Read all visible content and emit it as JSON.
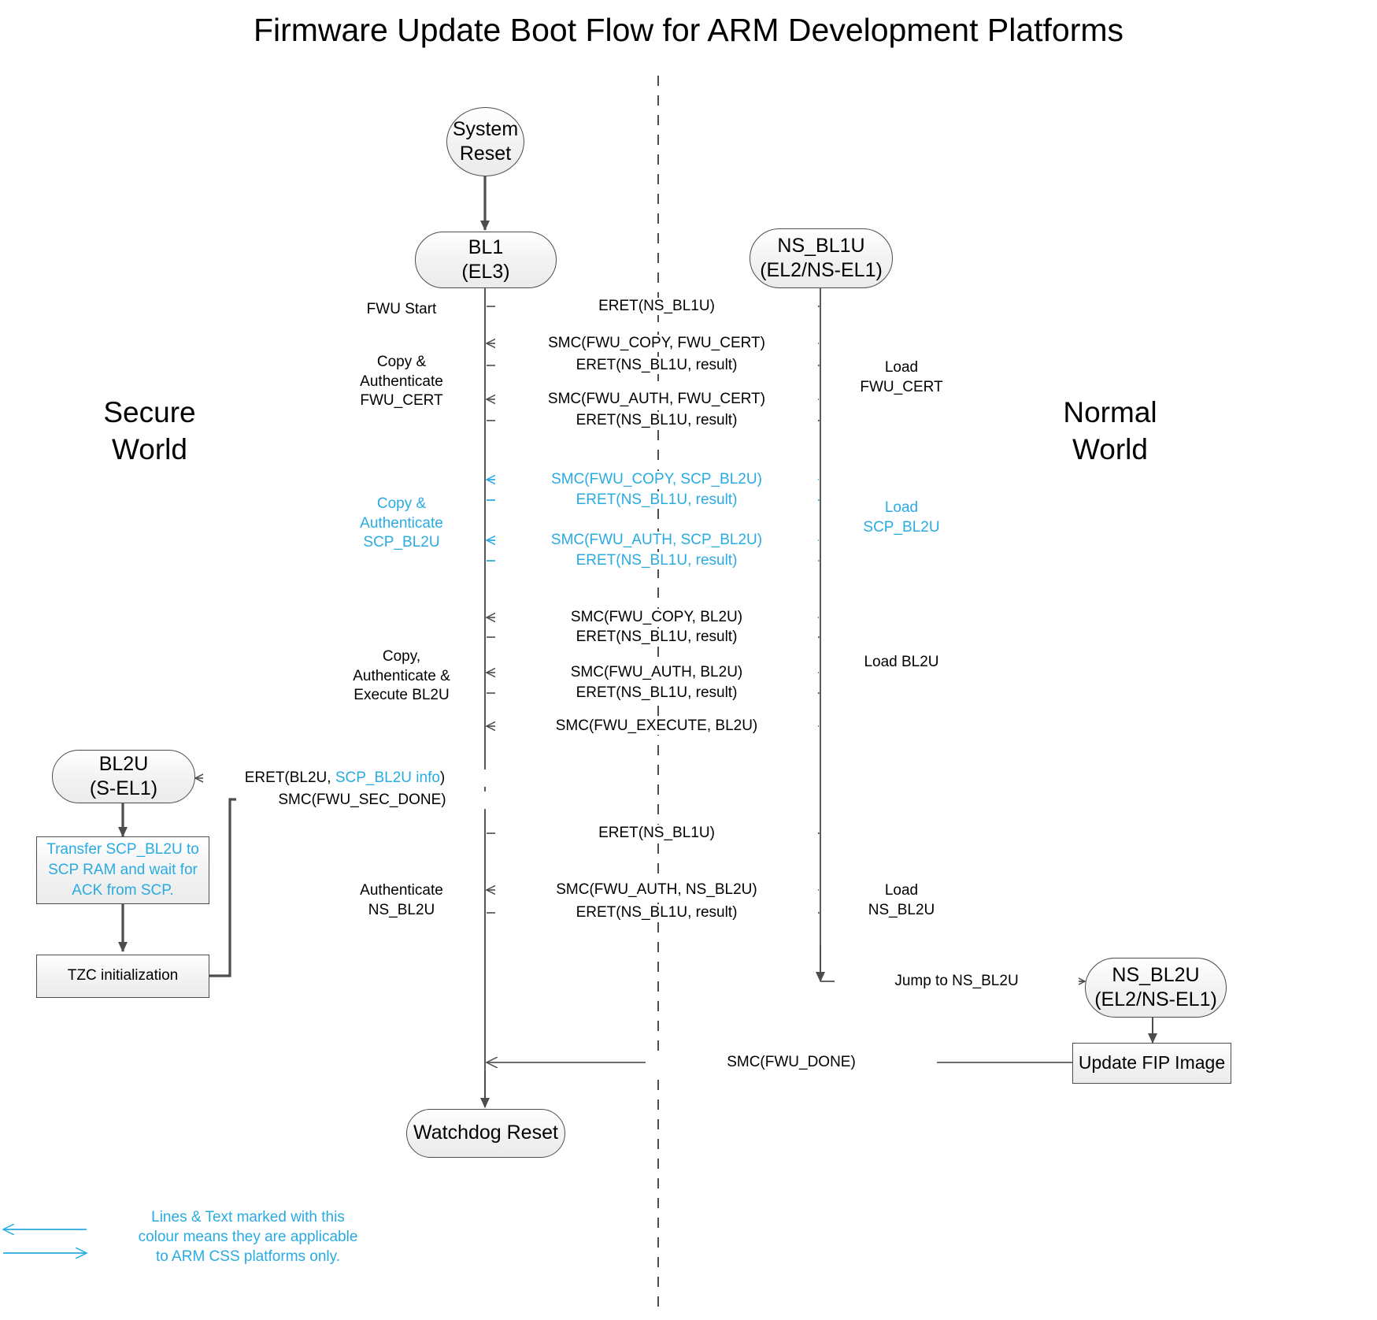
{
  "title": "Firmware Update Boot Flow for ARM Development Platforms",
  "colors": {
    "css_highlight": "#29abe2",
    "line": "#4d4d4d",
    "text": "#000000",
    "node_fill": "#f2f2f2"
  },
  "worlds": {
    "secure": "Secure\nWorld",
    "normal": "Normal\nWorld"
  },
  "nodes": {
    "system_reset": "System\nReset",
    "bl1": "BL1\n(EL3)",
    "ns_bl1u": "NS_BL1U\n(EL2/NS-EL1)",
    "bl2u": "BL2U\n(S-EL1)",
    "ns_bl2u": "NS_BL2U\n(EL2/NS-EL1)",
    "transfer_box": "Transfer SCP_BL2U to\nSCP RAM and wait for\nACK from SCP.",
    "tzc_box": "TZC initialization",
    "update_fip": "Update FIP Image",
    "watchdog": "Watchdog Reset"
  },
  "messages": [
    {
      "id": "m1",
      "text": "ERET(NS_BL1U)",
      "dir": "right",
      "css": false
    },
    {
      "id": "m2",
      "text": "SMC(FWU_COPY, FWU_CERT)",
      "dir": "left",
      "css": false
    },
    {
      "id": "m3",
      "text": "ERET(NS_BL1U, result)",
      "dir": "right",
      "css": false
    },
    {
      "id": "m4",
      "text": "SMC(FWU_AUTH, FWU_CERT)",
      "dir": "left",
      "css": false
    },
    {
      "id": "m5",
      "text": "ERET(NS_BL1U, result)",
      "dir": "right",
      "css": false
    },
    {
      "id": "m6",
      "text": "SMC(FWU_COPY, SCP_BL2U)",
      "dir": "left",
      "css": true
    },
    {
      "id": "m7",
      "text": "ERET(NS_BL1U, result)",
      "dir": "right",
      "css": true
    },
    {
      "id": "m8",
      "text": "SMC(FWU_AUTH, SCP_BL2U)",
      "dir": "left",
      "css": true
    },
    {
      "id": "m9",
      "text": "ERET(NS_BL1U, result)",
      "dir": "right",
      "css": true
    },
    {
      "id": "m10",
      "text": "SMC(FWU_COPY, BL2U)",
      "dir": "left",
      "css": false
    },
    {
      "id": "m11",
      "text": "ERET(NS_BL1U, result)",
      "dir": "right",
      "css": false
    },
    {
      "id": "m12",
      "text": "SMC(FWU_AUTH, BL2U)",
      "dir": "left",
      "css": false
    },
    {
      "id": "m13",
      "text": "ERET(NS_BL1U, result)",
      "dir": "right",
      "css": false
    },
    {
      "id": "m14",
      "text": "SMC(FWU_EXECUTE, BL2U)",
      "dir": "left",
      "css": false
    },
    {
      "id": "m15",
      "text": "SMC(FWU_SEC_DONE)",
      "dir": "right",
      "css": false
    },
    {
      "id": "m16",
      "text": "ERET(NS_BL1U)",
      "dir": "right",
      "css": false
    },
    {
      "id": "m17",
      "text": "SMC(FWU_AUTH, NS_BL2U)",
      "dir": "left",
      "css": false
    },
    {
      "id": "m18",
      "text": "ERET(NS_BL1U, result)",
      "dir": "right",
      "css": false
    },
    {
      "id": "m19",
      "text": "Jump to NS_BL2U",
      "dir": "right",
      "css": false
    },
    {
      "id": "m20",
      "text": "SMC(FWU_DONE)",
      "dir": "left",
      "css": false
    }
  ],
  "eret_bl2u": {
    "prefix": "ERET(BL2U, ",
    "highlight": "SCP_BL2U info",
    "suffix": ")"
  },
  "left_notes": {
    "fwu_start": "FWU Start",
    "copy_auth_cert": "Copy &\nAuthenticate\nFWU_CERT",
    "copy_auth_scp": "Copy &\nAuthenticate\nSCP_BL2U",
    "copy_auth_exec_bl2u": "Copy,\nAuthenticate &\nExecute BL2U",
    "authenticate_ns_bl2u": "Authenticate\nNS_BL2U"
  },
  "right_notes": {
    "load_fwu_cert": "Load\nFWU_CERT",
    "load_scp_bl2u": "Load\nSCP_BL2U",
    "load_bl2u": "Load BL2U",
    "load_ns_bl2u": "Load\nNS_BL2U"
  },
  "legend": {
    "text": "Lines & Text marked with this\ncolour means they are applicable\nto ARM CSS platforms only."
  }
}
